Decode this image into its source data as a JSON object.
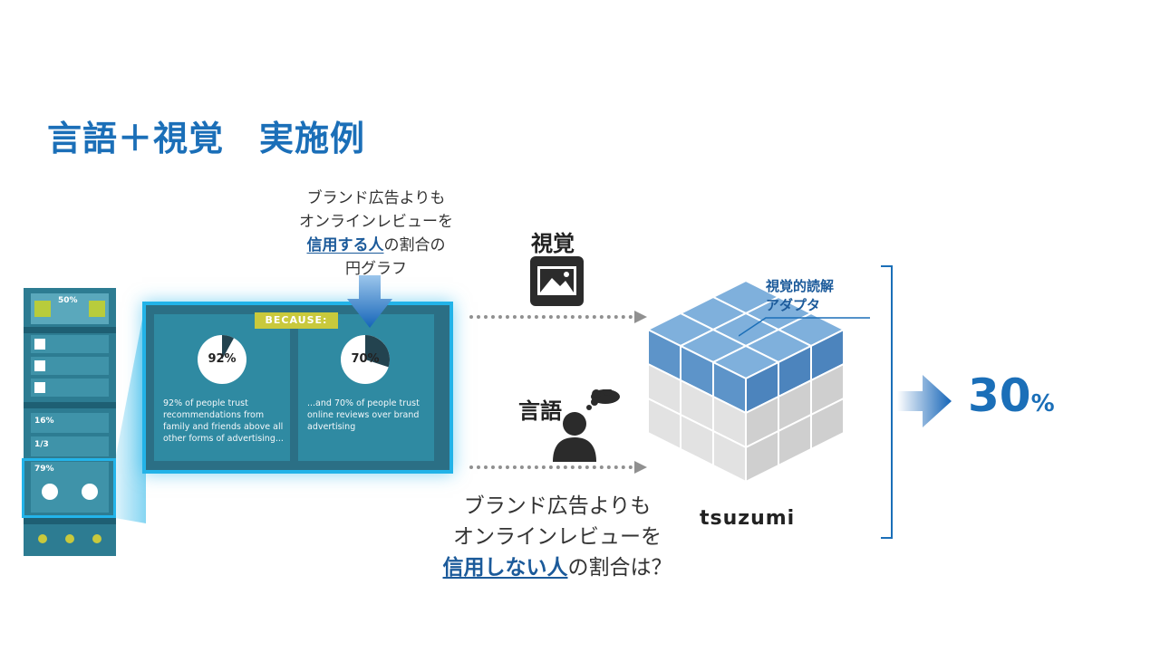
{
  "title": "言語＋視覚　実施例",
  "caption_top": {
    "line1": "ブランド広告よりも",
    "line2": "オンラインレビューを",
    "line3_em": "信用する人",
    "line3_rest": "の割合の",
    "line4": "円グラフ"
  },
  "panel": {
    "badge": "BECAUSE:",
    "left": {
      "percent": "92%",
      "text": "92% of people trust recommendations from family and friends above all other forms of advertising...",
      "value": 92
    },
    "right": {
      "percent": "70%",
      "text": "...and 70% of people trust online reviews over brand advertising",
      "value": 70
    }
  },
  "strip": {
    "headline": "50%",
    "labels": [
      "16%",
      "1/3",
      "79%"
    ]
  },
  "vision_label": "視覚",
  "language_label": "言語",
  "caption_bottom": {
    "line1": "ブランド広告よりも",
    "line2": "オンラインレビューを",
    "line3_em": "信用しない人",
    "line3_rest": "の割合は？"
  },
  "model": {
    "name": "tsuzumi",
    "adapter_line1": "視覚的読解",
    "adapter_line2": "アダプタ"
  },
  "result": {
    "value": "30",
    "unit": "%"
  },
  "colors": {
    "accent": "#1b6fb8",
    "panel": "#2b6f85",
    "highlight": "#22b3e8",
    "cube_top": "#7fb0dc"
  }
}
